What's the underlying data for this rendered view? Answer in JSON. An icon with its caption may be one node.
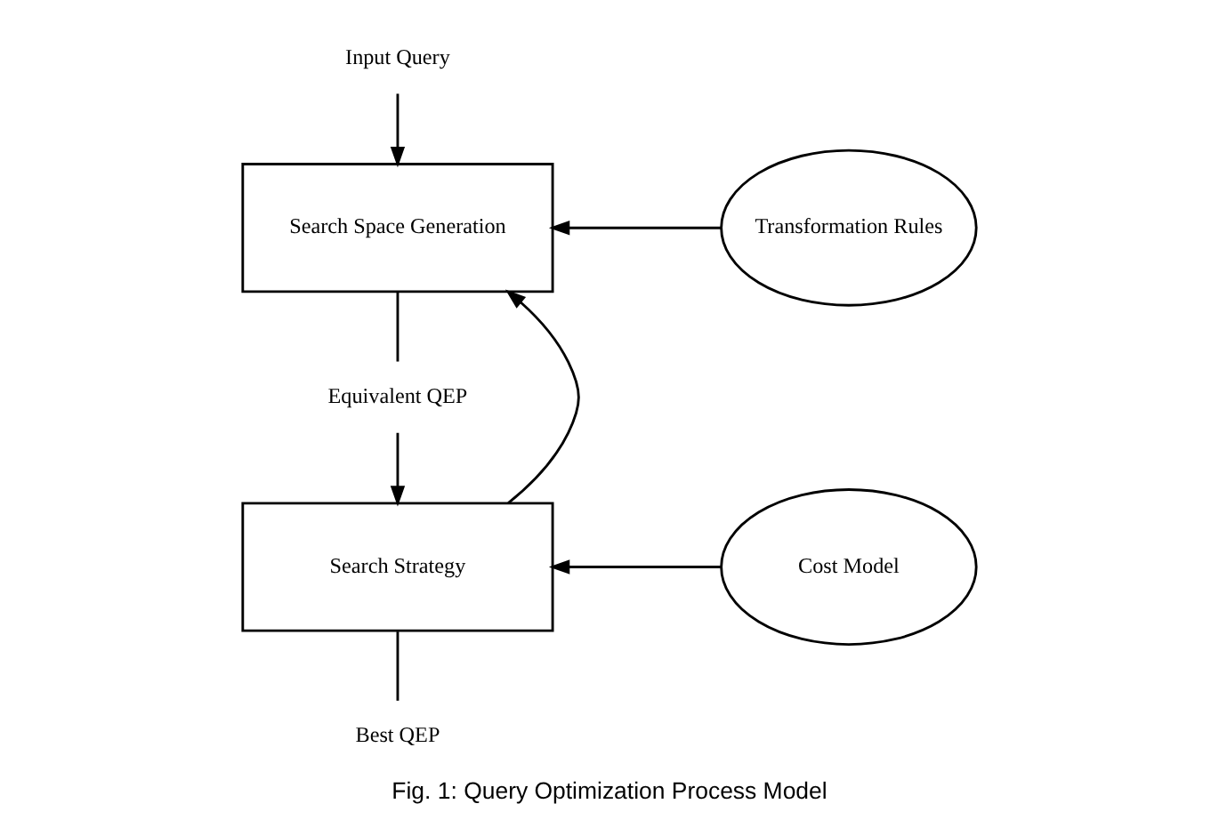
{
  "diagram": {
    "caption": "Fig. 1: Query Optimization Process Model",
    "nodes": [
      {
        "text": [
          "Input Query"
        ]
      },
      {
        "text": [
          "Search Space Generation"
        ]
      },
      {
        "text": [
          "Transformation Rules"
        ]
      },
      {
        "text": [
          "Equivalent QEP"
        ]
      },
      {
        "text": [
          "Search Strategy"
        ]
      },
      {
        "text": [
          "Cost Model"
        ]
      },
      {
        "text": [
          "Best QEP"
        ]
      }
    ],
    "edges": [
      {
        "from": 0,
        "to": 1,
        "arrow": "to"
      },
      {
        "from": 2,
        "to": 1,
        "arrow": "to"
      },
      {
        "from": 1,
        "to": 3,
        "arrow": "none"
      },
      {
        "from": 3,
        "to": 4,
        "arrow": "to"
      },
      {
        "from": 5,
        "to": 4,
        "arrow": "to"
      },
      {
        "from": 4,
        "to": 1,
        "arrow": "to"
      },
      {
        "from": 4,
        "to": 6,
        "arrow": "none"
      }
    ]
  }
}
